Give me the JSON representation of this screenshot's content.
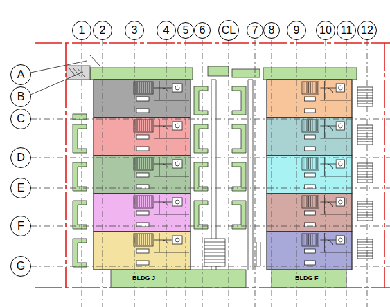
{
  "diagram": {
    "nodes": [
      {
        "text": [
          "1"
        ]
      },
      {
        "text": [
          "2"
        ]
      },
      {
        "text": [
          "3"
        ]
      },
      {
        "text": [
          "4"
        ]
      },
      {
        "text": [
          "5"
        ]
      },
      {
        "text": [
          "6"
        ]
      },
      {
        "text": [
          "CL"
        ]
      },
      {
        "text": [
          "7"
        ]
      },
      {
        "text": [
          "8"
        ]
      },
      {
        "text": [
          "9"
        ]
      },
      {
        "text": [
          "10"
        ]
      },
      {
        "text": [
          "11"
        ]
      },
      {
        "text": [
          "12"
        ]
      },
      {
        "text": [
          "A"
        ]
      },
      {
        "text": [
          "B"
        ]
      },
      {
        "text": [
          "C"
        ]
      },
      {
        "text": [
          "D"
        ]
      },
      {
        "text": [
          "E"
        ]
      },
      {
        "text": [
          "F"
        ]
      },
      {
        "text": [
          "G"
        ]
      }
    ],
    "labels": [
      "BLDG J",
      "BLDG F"
    ]
  }
}
